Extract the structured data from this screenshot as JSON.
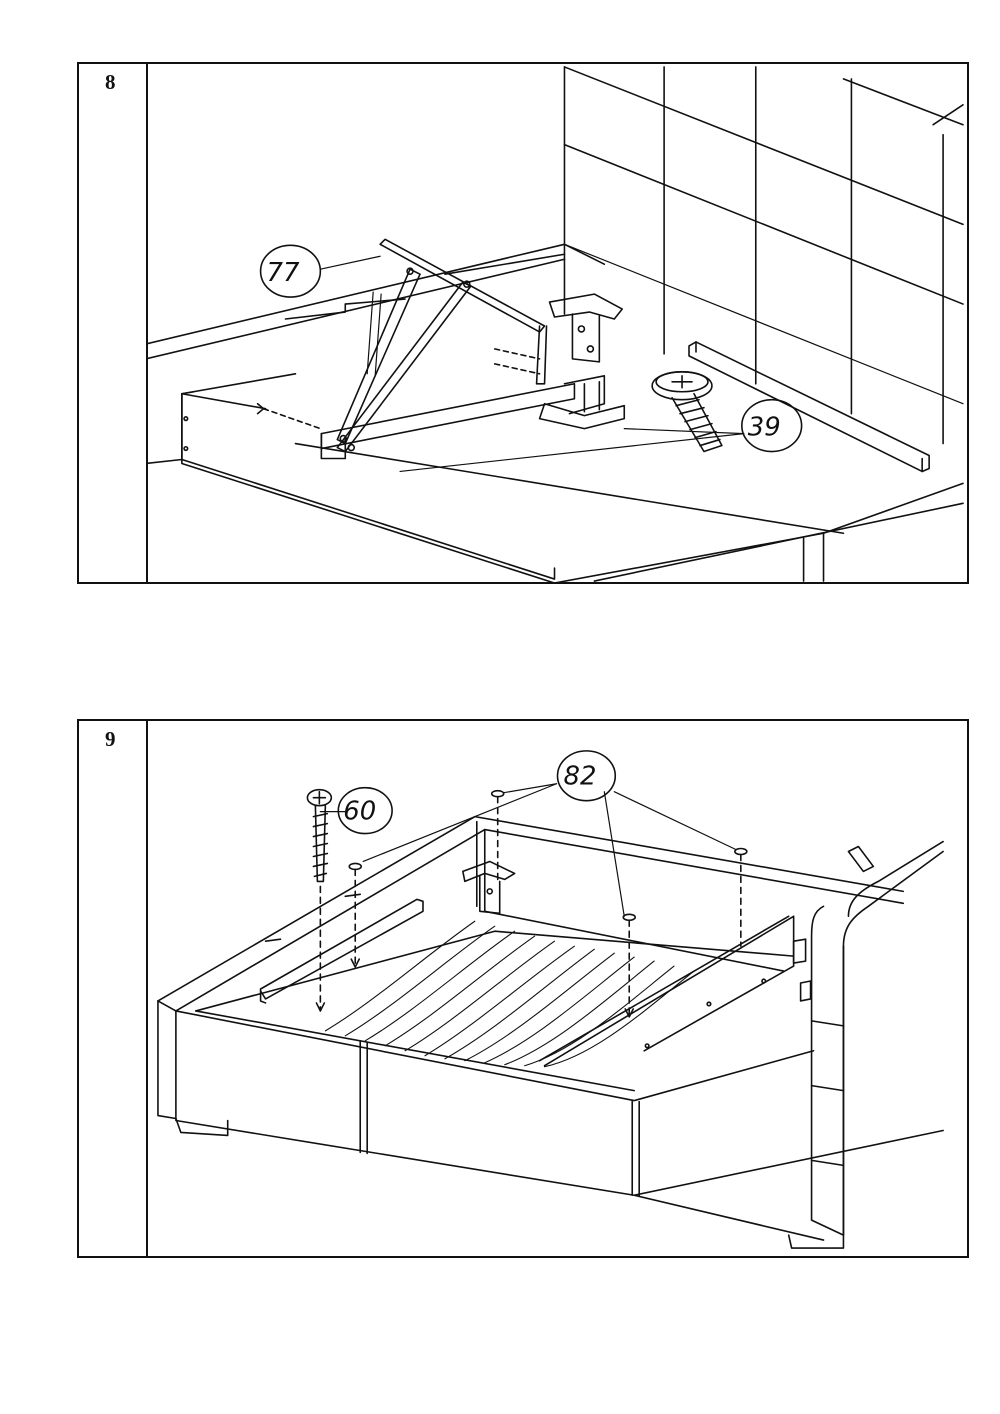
{
  "steps": [
    {
      "number": "8",
      "callouts": {
        "a": "77",
        "b": "39"
      }
    },
    {
      "number": "9",
      "callouts": {
        "a": "60",
        "b": "82"
      }
    }
  ]
}
